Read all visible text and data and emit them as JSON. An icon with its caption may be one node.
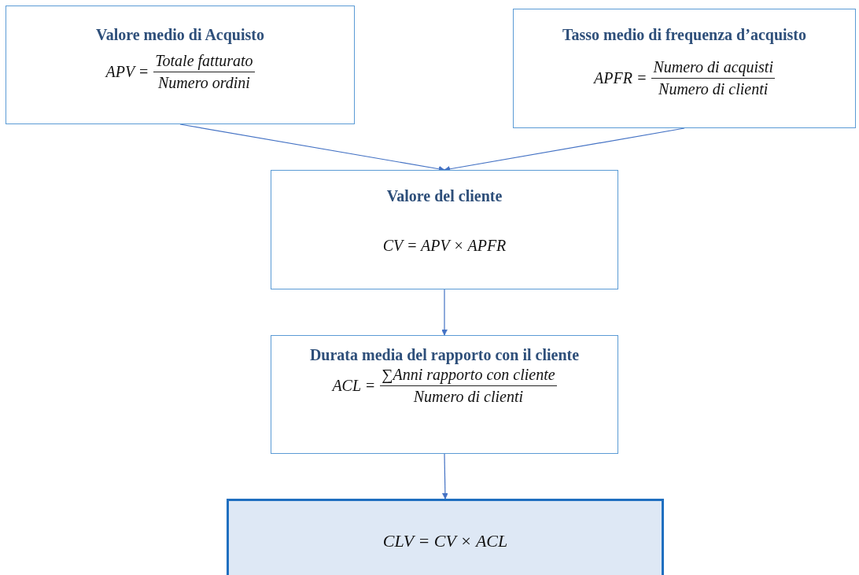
{
  "diagram": {
    "nodes": [
      {
        "text": [
          "Valore medio di Acquisto",
          "APV =",
          "Totale fatturato",
          "Numero ordini"
        ]
      },
      {
        "text": [
          "Tasso medio di frequenza d’acquisto",
          "APFR =",
          "Numero di acquisti",
          "Numero di clienti"
        ]
      },
      {
        "text": [
          "Valore del cliente",
          "CV = APV × APFR"
        ]
      },
      {
        "text": [
          "Durata media del rapporto con il cliente",
          "ACL =",
          "∑Anni rapporto con cliente",
          "Numero di clienti"
        ]
      },
      {
        "text": [
          "CLV = CV × ACL"
        ]
      }
    ],
    "edges": [
      {
        "from": 0,
        "to": 2,
        "arrow": "to"
      },
      {
        "from": 1,
        "to": 2,
        "arrow": "to"
      },
      {
        "from": 2,
        "to": 3,
        "arrow": "to"
      },
      {
        "from": 3,
        "to": 4,
        "arrow": "to"
      }
    ]
  }
}
